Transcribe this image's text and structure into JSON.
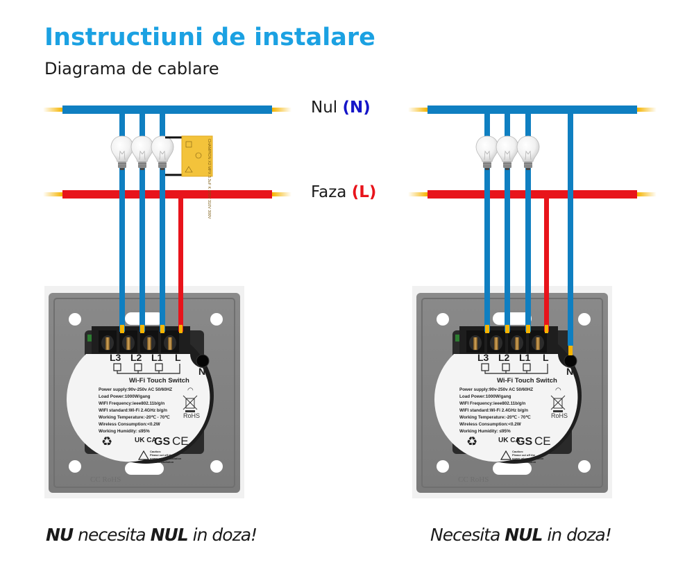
{
  "header": {
    "title": "Instructiuni de instalare",
    "subtitle": "Diagrama de cablare"
  },
  "rails": {
    "neutral": {
      "label": "Nul",
      "code": "(N)",
      "color": "#0f7fc1",
      "code_color": "#1515c8"
    },
    "phase": {
      "label": "Faza",
      "code": "(L)",
      "color": "#e8141b",
      "code_color": "#e8141b"
    }
  },
  "capacitor": {
    "text": "CHAMPION X2 MPX 3.3uF K 275V 310V 300V"
  },
  "switch_module": {
    "terminals": [
      "L3",
      "L2",
      "L1",
      "L",
      "N"
    ],
    "product_name": "Wi-Fi Touch Switch",
    "specs": [
      "Power supply:90v-250v AC  50/60HZ",
      "Load Power:1000W/gang",
      "WIFI Frequency:ieee802.11b/g/n",
      "WIFI standard:Wi-Fi 2.4GHz b/g/n",
      "Working Temperature:-20℃ -  70℃",
      "Wireless Consumption:<0.2W",
      "Working Humidity: ≤95%"
    ],
    "certifications": [
      "UK CA",
      "GS",
      "CE",
      "RoHS"
    ],
    "caution": [
      "Caution:",
      "Please cut off the",
      "power when installation",
      "and uninstallation"
    ],
    "plate_marking": "CC RoHS"
  },
  "diagrams": [
    {
      "id": "left",
      "requires_neutral": false,
      "caption": {
        "bold1": "NU",
        "text1": " necesita ",
        "bold2": "NUL",
        "text2": " in doza!"
      }
    },
    {
      "id": "right",
      "requires_neutral": true,
      "caption": {
        "bold1": "",
        "text1": "Necesita ",
        "bold2": "NUL",
        "text2": " in doza!"
      }
    }
  ]
}
